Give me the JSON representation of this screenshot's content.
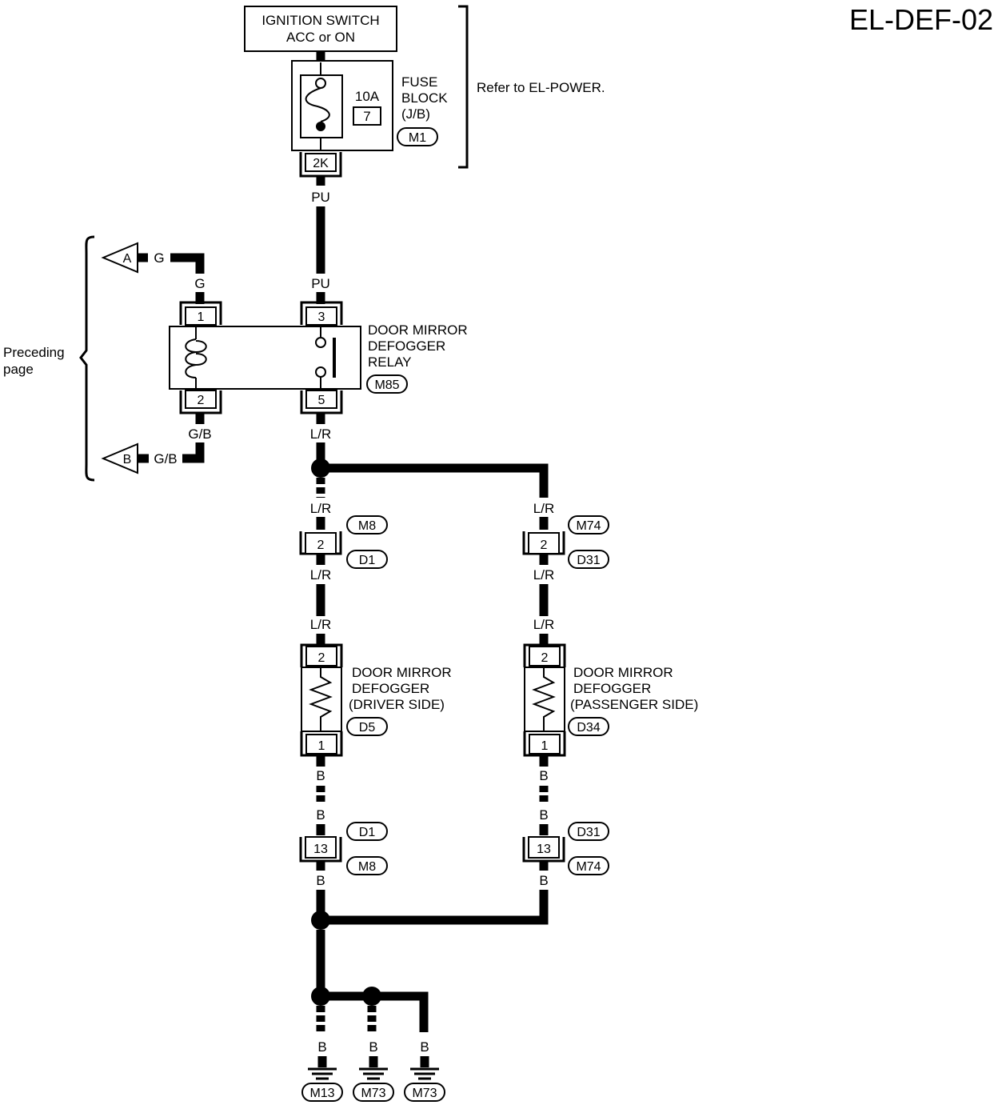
{
  "page": {
    "code": "EL-DEF-02"
  },
  "ignition_switch": {
    "line1": "IGNITION SWITCH",
    "line2": "ACC or ON"
  },
  "fuse_block": {
    "rating": "10A",
    "fuse_no": "7",
    "line1": "FUSE",
    "line2": "BLOCK",
    "line3": "(J/B)",
    "connector": "M1",
    "terminal": "2K",
    "note": "Refer to EL-POWER."
  },
  "relay": {
    "line1": "DOOR MIRROR",
    "line2": "DEFOGGER",
    "line3": "RELAY",
    "connector": "M85",
    "pins": {
      "p1": "1",
      "p2": "2",
      "p3": "3",
      "p5": "5"
    }
  },
  "preceding": {
    "line1": "Preceding",
    "line2": "page",
    "tag_a": "A",
    "tag_b": "B"
  },
  "wire_colors": {
    "pu": "PU",
    "g": "G",
    "gb": "G/B",
    "lr": "L/R",
    "b": "B"
  },
  "driver": {
    "upper_pin": "2",
    "upper_top": "M8",
    "upper_bottom": "D1",
    "heater_top_pin": "2",
    "heater_bottom_pin": "1",
    "line1": "DOOR MIRROR",
    "line2": "DEFOGGER",
    "line3": "(DRIVER SIDE)",
    "connector": "D5",
    "lower_pin": "13",
    "lower_top": "D1",
    "lower_bottom": "M8"
  },
  "passenger": {
    "upper_pin": "2",
    "upper_top": "M74",
    "upper_bottom": "D31",
    "heater_top_pin": "2",
    "heater_bottom_pin": "1",
    "line1": "DOOR MIRROR",
    "line2": "DEFOGGER",
    "line3": "(PASSENGER SIDE)",
    "connector": "D34",
    "lower_pin": "13",
    "lower_top": "D31",
    "lower_bottom": "M74"
  },
  "grounds": {
    "g1": "M13",
    "g2": "M73",
    "g3": "M73"
  }
}
